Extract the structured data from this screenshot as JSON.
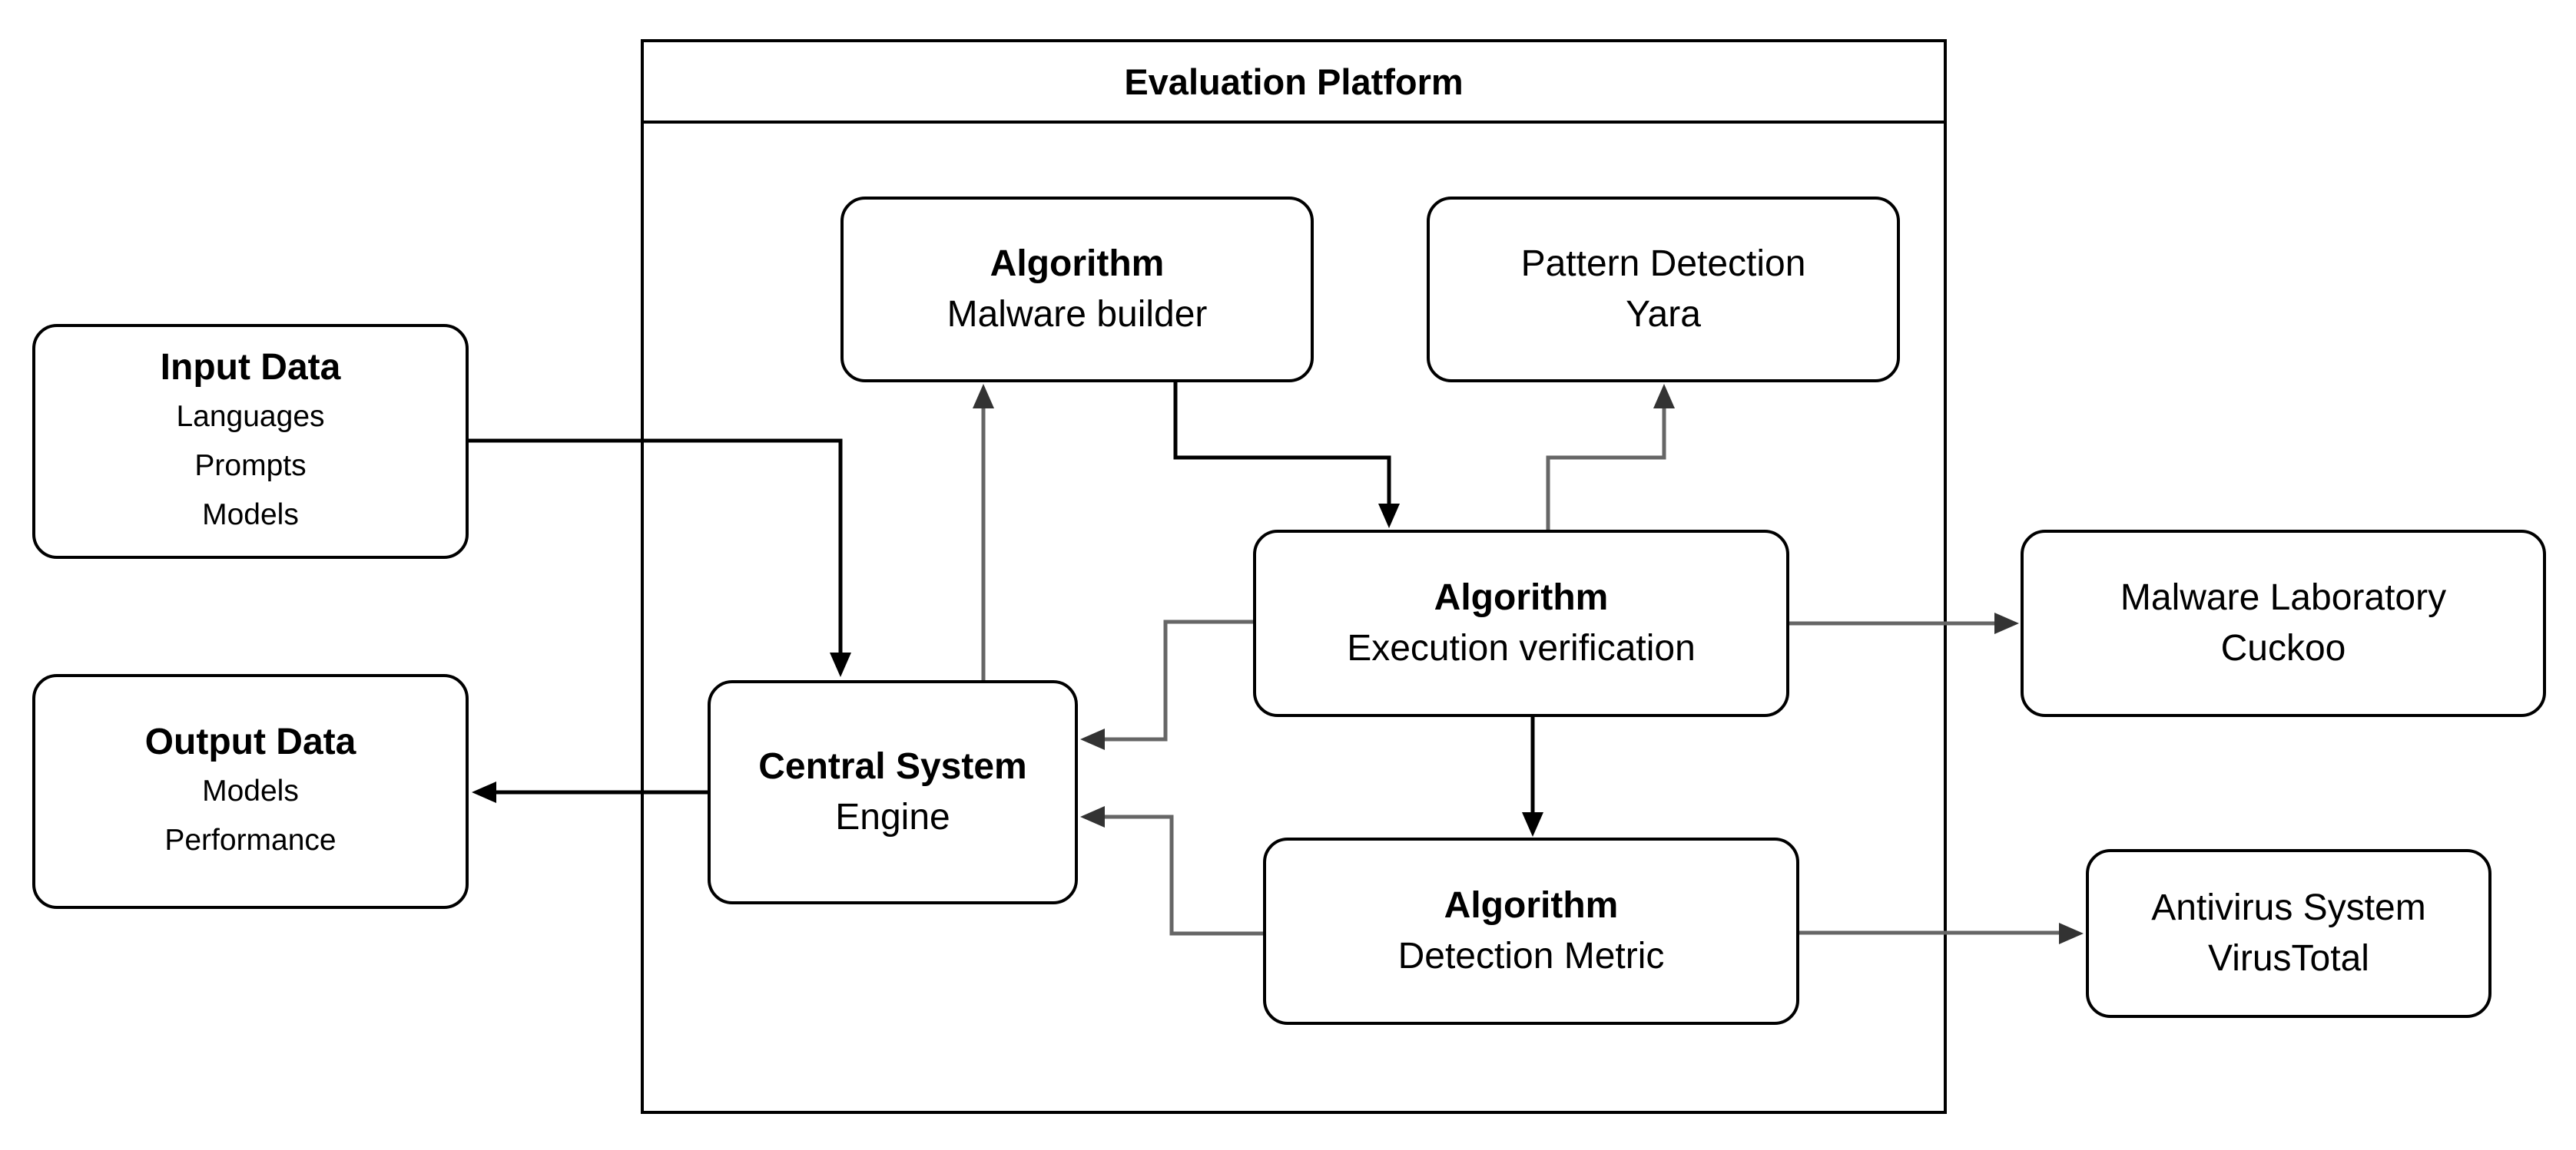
{
  "platform": {
    "title": "Evaluation Platform"
  },
  "input_data": {
    "title": "Input Data",
    "items": [
      "Languages",
      "Prompts",
      "Models"
    ]
  },
  "output_data": {
    "title": "Output Data",
    "items": [
      "Models",
      "Performance"
    ]
  },
  "central_system": {
    "title": "Central System",
    "subtitle": "Engine"
  },
  "malware_builder": {
    "title": "Algorithm",
    "subtitle": "Malware builder"
  },
  "pattern_detection": {
    "title": "Pattern Detection",
    "subtitle": "Yara"
  },
  "execution_verification": {
    "title": "Algorithm",
    "subtitle": "Execution verification"
  },
  "detection_metric": {
    "title": "Algorithm",
    "subtitle": "Detection Metric"
  },
  "malware_laboratory": {
    "title": "Malware Laboratory",
    "subtitle": "Cuckoo"
  },
  "antivirus_system": {
    "title": "Antivirus System",
    "subtitle": "VirusTotal"
  },
  "colors": {
    "line_dark": "#000000",
    "line_gray": "#666666",
    "box_border": "#000000",
    "background": "#ffffff"
  }
}
